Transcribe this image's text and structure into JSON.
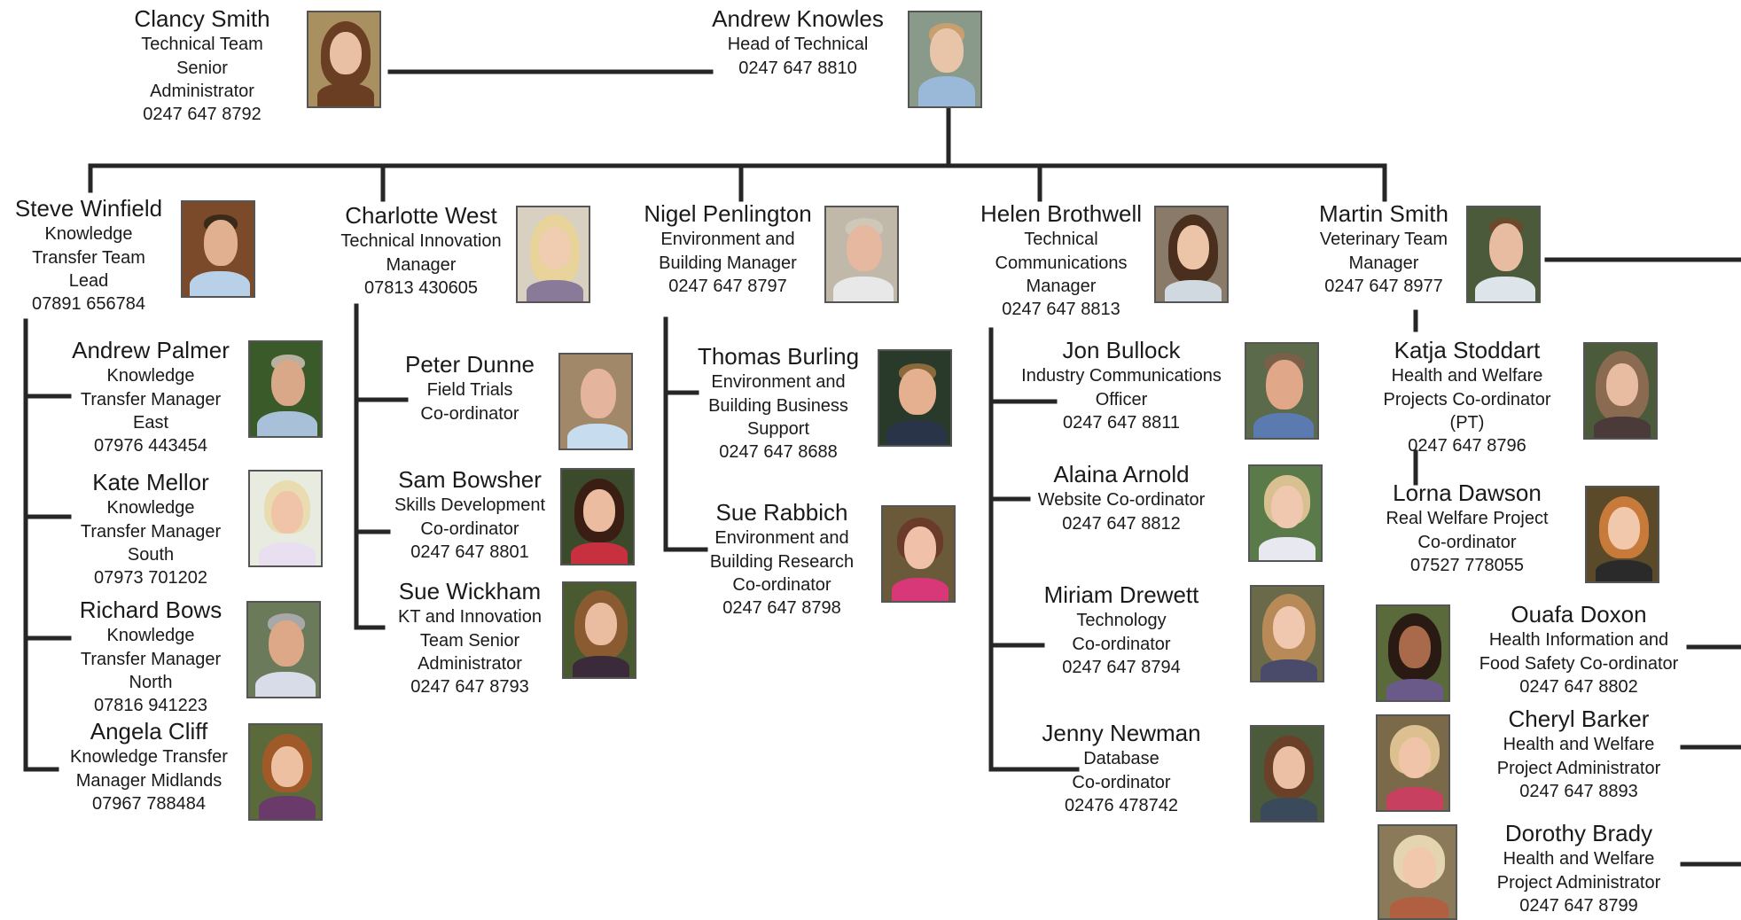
{
  "colors": {
    "line": "#262626",
    "text": "#1a1a1a"
  },
  "head": {
    "name": "Andrew Knowles",
    "title_lines": [
      "Head of Technical"
    ],
    "phone": "0247 647 8810",
    "photo": "person-photo-icon"
  },
  "admin": {
    "name": "Clancy Smith",
    "title_lines": [
      "Technical Team",
      "Senior",
      "Administrator"
    ],
    "phone": "0247 647 8792"
  },
  "managers": [
    {
      "name": "Steve Winfield",
      "title_lines": [
        "Knowledge",
        "Transfer Team",
        "Lead"
      ],
      "phone": "07891 656784"
    },
    {
      "name": "Charlotte West",
      "title_lines": [
        "Technical Innovation",
        "Manager"
      ],
      "phone": "07813 430605"
    },
    {
      "name": "Nigel Penlington",
      "title_lines": [
        "Environment and",
        "Building Manager"
      ],
      "phone": "0247 647 8797"
    },
    {
      "name": "Helen Brothwell",
      "title_lines": [
        "Technical",
        "Communications",
        "Manager"
      ],
      "phone": "0247 647 8813"
    },
    {
      "name": "Martin Smith",
      "title_lines": [
        "Veterinary Team",
        "Manager"
      ],
      "phone": "0247 647 8977"
    }
  ],
  "kt_team": [
    {
      "name": "Andrew Palmer",
      "title_lines": [
        "Knowledge",
        "Transfer Manager",
        "East"
      ],
      "phone": "07976 443454"
    },
    {
      "name": "Kate Mellor",
      "title_lines": [
        "Knowledge",
        "Transfer Manager",
        "South"
      ],
      "phone": "07973 701202"
    },
    {
      "name": "Richard Bows",
      "title_lines": [
        "Knowledge",
        "Transfer Manager",
        "North"
      ],
      "phone": "07816 941223"
    },
    {
      "name": "Angela Cliff",
      "title_lines": [
        "Knowledge Transfer",
        "Manager Midlands"
      ],
      "phone": "07967 788484"
    }
  ],
  "innovation_team": [
    {
      "name": "Peter Dunne",
      "title_lines": [
        "Field Trials",
        "Co-ordinator"
      ],
      "phone": ""
    },
    {
      "name": "Sam Bowsher",
      "title_lines": [
        "Skills Development",
        "Co-ordinator"
      ],
      "phone": "0247 647 8801"
    },
    {
      "name": "Sue Wickham",
      "title_lines": [
        "KT and Innovation",
        "Team Senior",
        "Administrator"
      ],
      "phone": "0247 647 8793"
    }
  ],
  "environment_team": [
    {
      "name": "Thomas Burling",
      "title_lines": [
        "Environment and",
        "Building Business",
        "Support"
      ],
      "phone": "0247 647 8688"
    },
    {
      "name": "Sue Rabbich",
      "title_lines": [
        "Environment and",
        "Building Research",
        "Co-ordinator"
      ],
      "phone": "0247 647 8798"
    }
  ],
  "comms_team": [
    {
      "name": "Jon Bullock",
      "title_lines": [
        "Industry Communications",
        "Officer"
      ],
      "phone": "0247 647 8811"
    },
    {
      "name": "Alaina Arnold",
      "title_lines": [
        "Website Co-ordinator"
      ],
      "phone": "0247 647 8812"
    },
    {
      "name": "Miriam Drewett",
      "title_lines": [
        "Technology",
        "Co-ordinator"
      ],
      "phone": "0247 647 8794"
    },
    {
      "name": "Jenny Newman",
      "title_lines": [
        "Database",
        "Co-ordinator"
      ],
      "phone": "02476 478742"
    }
  ],
  "vet_team": [
    {
      "name": "Katja Stoddart",
      "title_lines": [
        "Health and Welfare",
        "Projects Co-ordinator",
        "(PT)"
      ],
      "phone": "0247 647 8796"
    },
    {
      "name": "Lorna Dawson",
      "title_lines": [
        "Real Welfare Project",
        "Co-ordinator"
      ],
      "phone": "07527 778055"
    },
    {
      "name": "Ouafa Doxon",
      "title_lines": [
        "Health Information and",
        "Food Safety Co-ordinator"
      ],
      "phone": "0247 647 8802"
    },
    {
      "name": "Cheryl Barker",
      "title_lines": [
        "Health and Welfare",
        "Project Administrator"
      ],
      "phone": "0247 647 8893"
    },
    {
      "name": "Dorothy Brady",
      "title_lines": [
        "Health and Welfare",
        "Project Administrator"
      ],
      "phone": "0247 647 8799"
    }
  ]
}
